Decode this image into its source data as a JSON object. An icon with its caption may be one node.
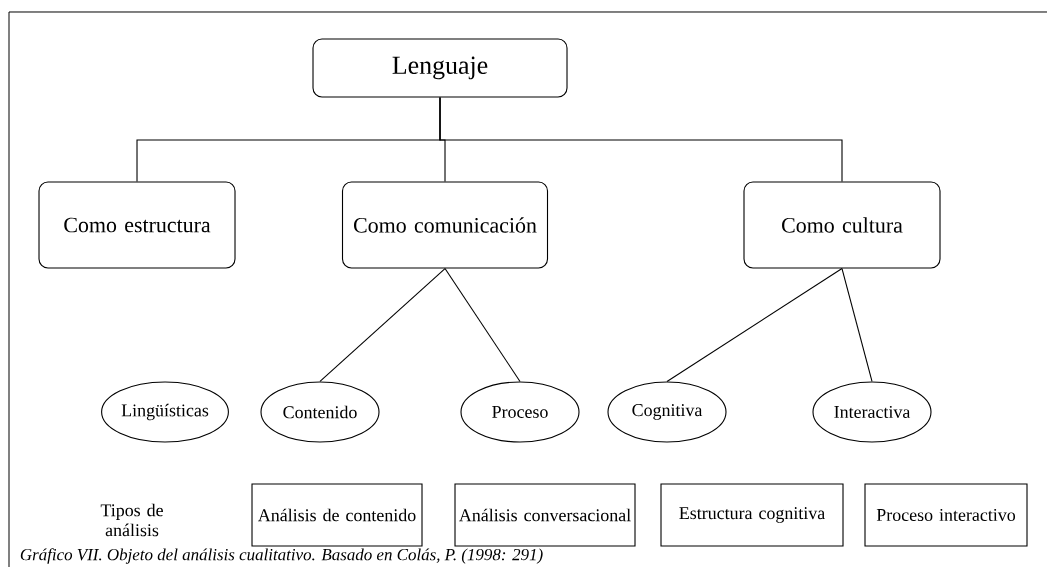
{
  "diagram": {
    "caption": "Gráfico VII. Objeto del análisis cualitativo. Basado en Colás, P. (1998: 291)",
    "nodes": [
      {
        "text": [
          "Lenguaje"
        ]
      },
      {
        "text": [
          "Como estructura"
        ]
      },
      {
        "text": [
          "Como comunicación"
        ]
      },
      {
        "text": [
          "Como cultura"
        ]
      },
      {
        "text": [
          "Lingüísticas"
        ]
      },
      {
        "text": [
          "Contenido"
        ]
      },
      {
        "text": [
          "Proceso"
        ]
      },
      {
        "text": [
          "Cognitiva"
        ]
      },
      {
        "text": [
          "Interactiva"
        ]
      },
      {
        "text": [
          "Análisis de contenido"
        ]
      },
      {
        "text": [
          "Análisis conversacional"
        ]
      },
      {
        "text": [
          "Estructura cognitiva"
        ]
      },
      {
        "text": [
          "Proceso interactivo"
        ]
      }
    ],
    "edges": [
      {
        "from": 0,
        "to": 1,
        "arrow": "none"
      },
      {
        "from": 0,
        "to": 2,
        "arrow": "none"
      },
      {
        "from": 0,
        "to": 3,
        "arrow": "none"
      },
      {
        "from": 2,
        "to": 5,
        "arrow": "none"
      },
      {
        "from": 2,
        "to": 6,
        "arrow": "none"
      },
      {
        "from": 3,
        "to": 7,
        "arrow": "none"
      },
      {
        "from": 3,
        "to": 8,
        "arrow": "none"
      }
    ],
    "labels": [
      "Tipos de análisis"
    ]
  }
}
